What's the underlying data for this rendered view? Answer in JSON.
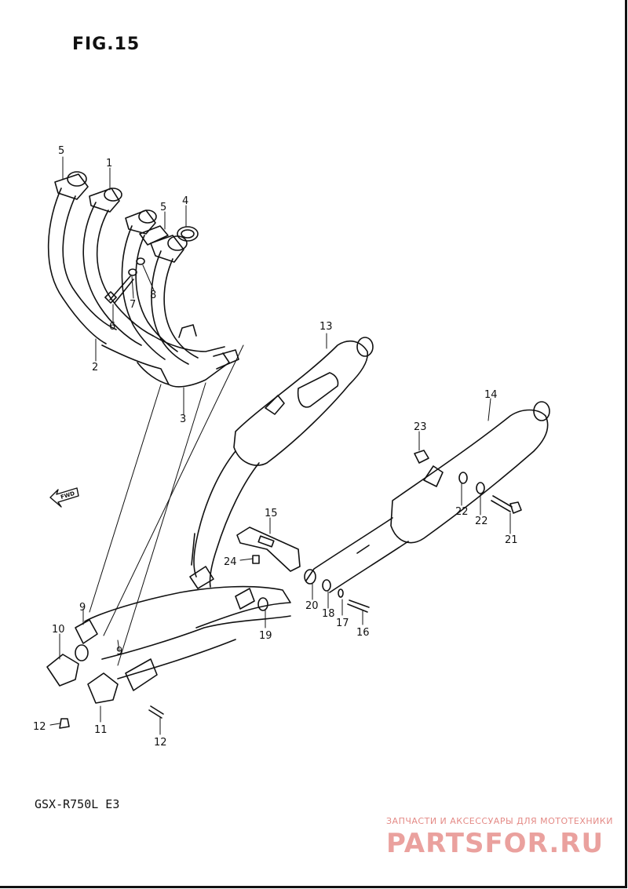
{
  "figure_label": "FIG.15",
  "model_code": "GSX-R750L E3",
  "fwd_label": "FWD",
  "watermark": {
    "caption": "ЗАПЧАСТИ И АКСЕССУАРЫ ДЛЯ МОТОТЕХНИКИ",
    "logo": "PARTSFOR.RU",
    "color": "#d9534f"
  },
  "callouts": [
    "5",
    "1",
    "5",
    "4",
    "7",
    "8",
    "6",
    "2",
    "3",
    "13",
    "14",
    "23",
    "15",
    "22",
    "22",
    "21",
    "24",
    "9",
    "10",
    "9",
    "20",
    "18",
    "17",
    "16",
    "19",
    "12",
    "11",
    "12"
  ]
}
